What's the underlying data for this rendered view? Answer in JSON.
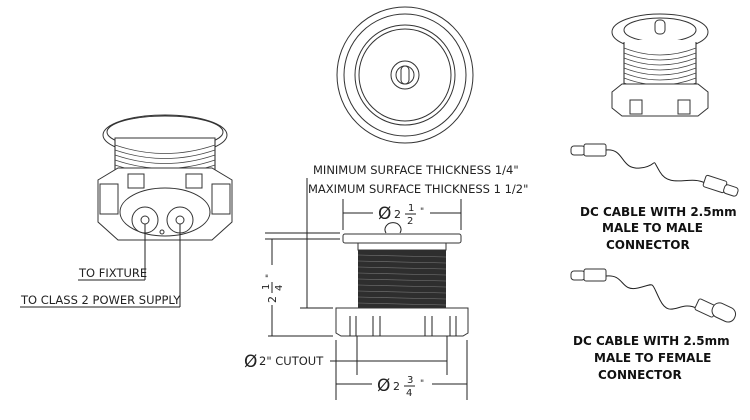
{
  "labels": {
    "to_fixture": "TO FIXTURE",
    "to_power": "TO CLASS 2 POWER SUPPLY",
    "min_thickness": "MINIMUM SURFACE THICKNESS 1/4\"",
    "max_thickness": "MAXIMUM SURFACE THICKNESS 1 1/2\"",
    "cutout": "2\" CUTOUT",
    "diameter_symbol": "Ø"
  },
  "dims": {
    "flange": {
      "whole": "2",
      "num": "1",
      "den": "2",
      "unit": "\""
    },
    "height": {
      "whole": "2",
      "num": "1",
      "den": "4",
      "unit": "\""
    },
    "base": {
      "whole": "2",
      "num": "3",
      "den": "4",
      "unit": "\""
    }
  },
  "cables": [
    {
      "line1": "DC CABLE WITH 2.5mm",
      "line2": "MALE  TO MALE",
      "line3": "CONNECTOR"
    },
    {
      "line1": "DC CABLE WITH 2.5mm",
      "line2": "MALE  TO FEMALE",
      "line3": "CONNECTOR"
    }
  ]
}
